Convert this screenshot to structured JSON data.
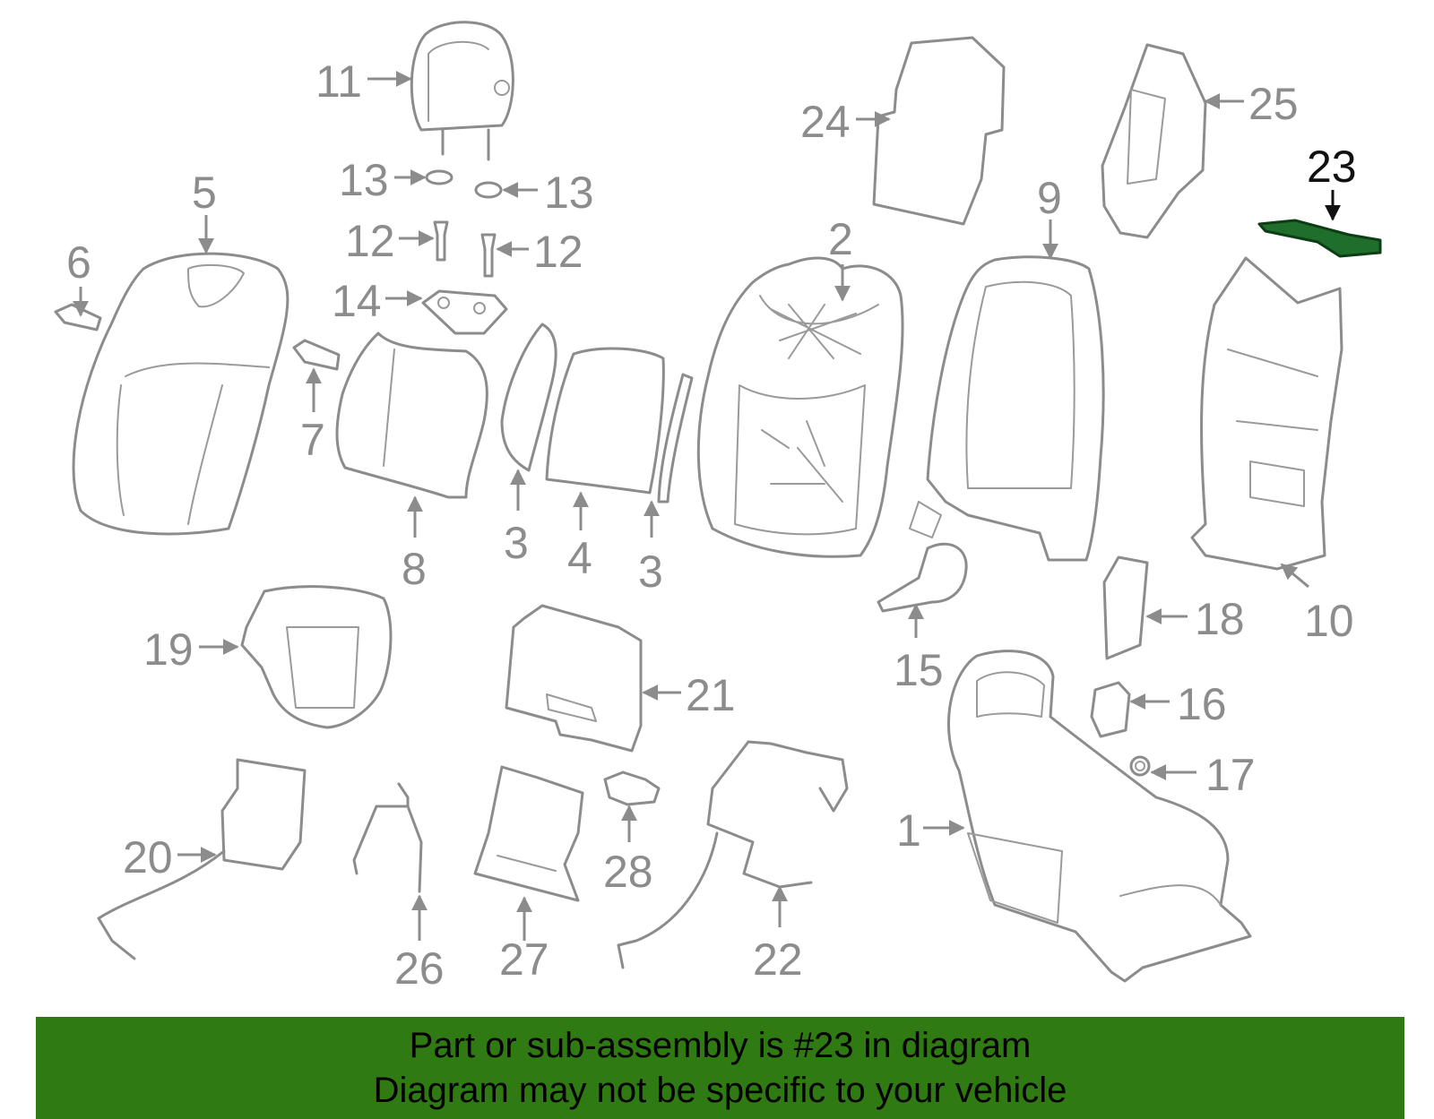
{
  "highlighted_part": "23",
  "callouts": [
    "1",
    "2",
    "3",
    "3",
    "4",
    "5",
    "6",
    "7",
    "8",
    "9",
    "10",
    "11",
    "12",
    "12",
    "13",
    "13",
    "14",
    "15",
    "16",
    "17",
    "18",
    "19",
    "20",
    "21",
    "22",
    "23",
    "24",
    "25",
    "26",
    "27",
    "28"
  ],
  "banner": {
    "line1": "Part or sub-assembly is #23 in diagram",
    "line2": "Diagram may not be specific to your vehicle",
    "background": "#2f7a12"
  },
  "colors": {
    "part_stroke": "#8c8c8c",
    "highlight_text": "#111111",
    "highlight_fill": "#1f6e2c"
  }
}
